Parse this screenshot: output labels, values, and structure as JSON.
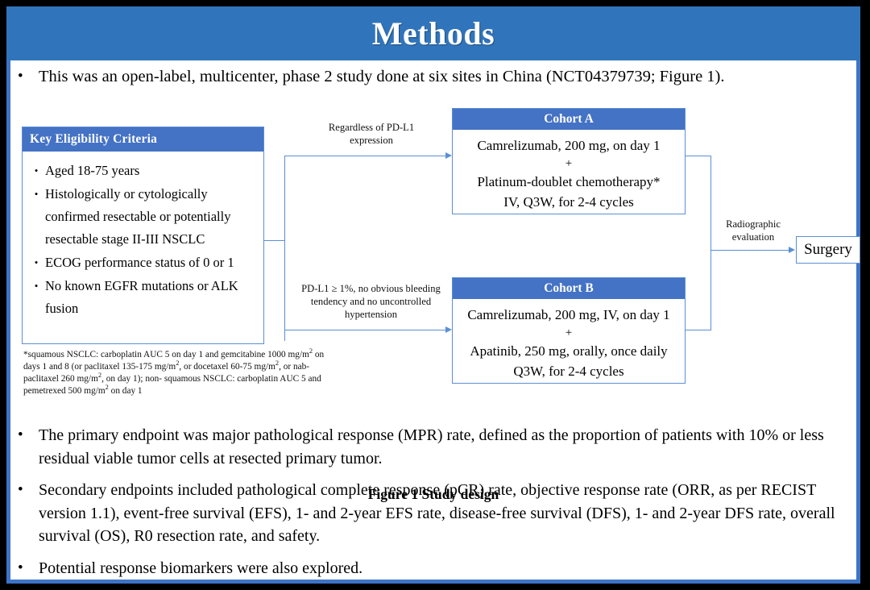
{
  "slide": {
    "title": "Methods",
    "accent_blue": "#3075bc",
    "box_blue": "#4472c4",
    "border_blue": "#5b8fd4"
  },
  "top_bullet": {
    "marker": "•",
    "text": "This was an open-label, multicenter, phase 2 study done at six sites in China (NCT04379739; Figure 1)."
  },
  "figure": {
    "caption": "Figure 1 Study design",
    "eligibility": {
      "header": "Key  Eligibility Criteria",
      "marker": "•",
      "items": [
        "Aged 18-75 years",
        "Histologically or cytologically confirmed resectable or potentially resectable stage II-III NSCLC",
        "ECOG performance status of 0 or 1",
        "No known EGFR mutations or ALK fusion"
      ]
    },
    "footnote": {
      "line1_a": "*squamous NSCLC: carboplatin AUC 5 on day 1 and gemcitabine 1000 mg/m",
      "line1_sup": "2",
      "line1_b": " on days 1 and 8 (or",
      "line2_a": "paclitaxel 135-175 mg/m",
      "line2_sup1": "2",
      "line2_b": ", or docetaxel 60-75 mg/m",
      "line2_sup2": "2",
      "line2_c": ", or nab-paclitaxel 260 mg/m",
      "line2_sup3": "2",
      "line2_d": ", on day 1); non-",
      "line3_a": "squamous NSCLC: carboplatin AUC 5 and pemetrexed 500 mg/m",
      "line3_sup": "2",
      "line3_b": " on day 1"
    },
    "connector_a_label": "Regardless of PD-L1 expression",
    "connector_b_label": "PD-L1 ≥ 1%, no obvious bleeding tendency and no uncontrolled hypertension",
    "connector_surgery_label": "Radiographic evaluation",
    "cohort_a": {
      "header": "Cohort A",
      "line1": "Camrelizumab, 200 mg, on day 1",
      "plus": "+",
      "line2": "Platinum-doublet chemotherapy*",
      "line3": "IV, Q3W, for 2-4 cycles"
    },
    "cohort_b": {
      "header": "Cohort B",
      "line1": "Camrelizumab, 200 mg, IV, on day 1",
      "plus": "+",
      "line2": "Apatinib, 250 mg, orally, once daily",
      "line3": "Q3W, for 2-4 cycles"
    },
    "surgery": {
      "label": "Surgery"
    }
  },
  "bottom_bullets": {
    "marker": "•",
    "items": [
      "The primary endpoint was major pathological response (MPR) rate, defined as the proportion of patients with 10% or less residual viable tumor cells at resected primary tumor.",
      "Secondary endpoints included pathological complete response (pCR) rate, objective response rate (ORR, as per RECIST version 1.1), event-free survival (EFS), 1- and 2-year EFS rate, disease-free survival (DFS), 1- and 2-year DFS rate, overall survival (OS), R0 resection rate, and safety.",
      "Potential response biomarkers were also explored."
    ]
  }
}
